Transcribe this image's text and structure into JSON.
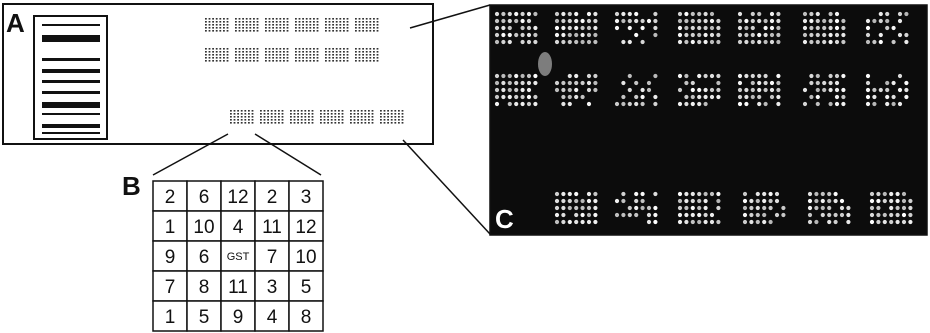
{
  "panels": {
    "a_label": "A",
    "b_label": "B",
    "c_label": "C"
  },
  "slide": {
    "upper_block_count": 6,
    "upper_rows": 2,
    "lower_block_count": 6,
    "barcode_line_count": 10
  },
  "grid_b": {
    "rows": [
      [
        "2",
        "6",
        "12",
        "2",
        "3"
      ],
      [
        "1",
        "10",
        "4",
        "11",
        "12"
      ],
      [
        "9",
        "6",
        "GST",
        "7",
        "10"
      ],
      [
        "7",
        "8",
        "11",
        "3",
        "5"
      ],
      [
        "1",
        "5",
        "9",
        "4",
        "8"
      ]
    ]
  },
  "fluorescence_c": {
    "background_color": "#0c0c0c",
    "spot_color": "#ffffff",
    "top_row_blocks": 7,
    "middle_row_blocks": 7,
    "bottom_row_blocks": 6
  }
}
